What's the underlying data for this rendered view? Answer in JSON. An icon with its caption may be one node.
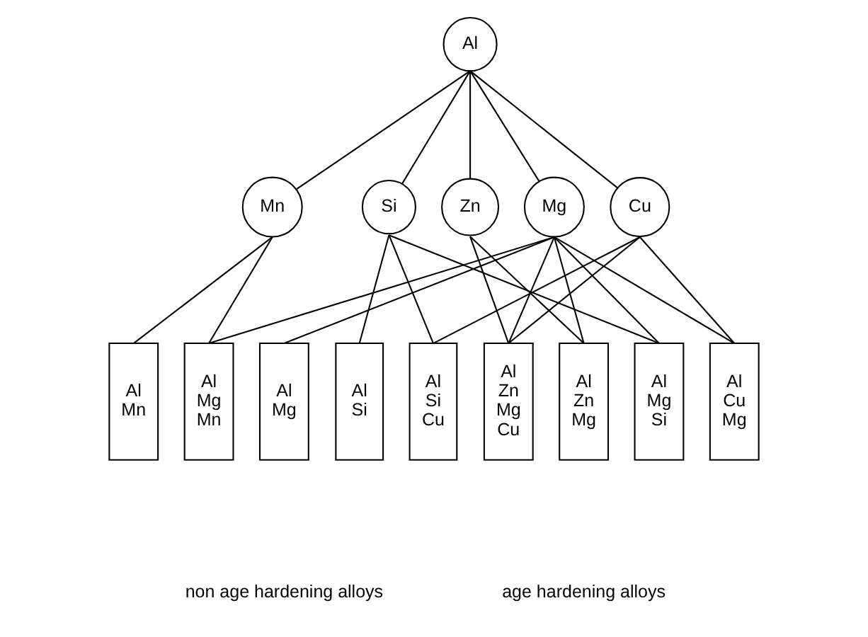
{
  "diagram": {
    "nodes": [
      {
        "text": [
          "Al"
        ]
      },
      {
        "text": [
          "Mn"
        ]
      },
      {
        "text": [
          "Si"
        ]
      },
      {
        "text": [
          "Zn"
        ]
      },
      {
        "text": [
          "Mg"
        ]
      },
      {
        "text": [
          "Cu"
        ]
      },
      {
        "text": [
          "Al Mn"
        ]
      },
      {
        "text": [
          "Al Mg Mn"
        ]
      },
      {
        "text": [
          "Al Mg"
        ]
      },
      {
        "text": [
          "Al Si"
        ]
      },
      {
        "text": [
          "Al Si Cu"
        ]
      },
      {
        "text": [
          "Al Zn Mg Cu"
        ]
      },
      {
        "text": [
          "Al Zn Mg"
        ]
      },
      {
        "text": [
          "Al Mg Si"
        ]
      },
      {
        "text": [
          "Al Cu Mg"
        ]
      }
    ],
    "edges": [
      {
        "from": 0,
        "to": 1,
        "arrow": "none"
      },
      {
        "from": 0,
        "to": 2,
        "arrow": "none"
      },
      {
        "from": 0,
        "to": 3,
        "arrow": "none"
      },
      {
        "from": 0,
        "to": 4,
        "arrow": "none"
      },
      {
        "from": 0,
        "to": 5,
        "arrow": "none"
      },
      {
        "from": 1,
        "to": 6,
        "arrow": "none"
      },
      {
        "from": 1,
        "to": 7,
        "arrow": "none"
      },
      {
        "from": 2,
        "to": 9,
        "arrow": "none"
      },
      {
        "from": 2,
        "to": 10,
        "arrow": "none"
      },
      {
        "from": 2,
        "to": 13,
        "arrow": "none"
      },
      {
        "from": 3,
        "to": 11,
        "arrow": "none"
      },
      {
        "from": 3,
        "to": 12,
        "arrow": "none"
      },
      {
        "from": 4,
        "to": 7,
        "arrow": "none"
      },
      {
        "from": 4,
        "to": 8,
        "arrow": "none"
      },
      {
        "from": 4,
        "to": 11,
        "arrow": "none"
      },
      {
        "from": 4,
        "to": 12,
        "arrow": "none"
      },
      {
        "from": 4,
        "to": 13,
        "arrow": "none"
      },
      {
        "from": 4,
        "to": 14,
        "arrow": "none"
      },
      {
        "from": 5,
        "to": 10,
        "arrow": "none"
      },
      {
        "from": 5,
        "to": 11,
        "arrow": "none"
      },
      {
        "from": 5,
        "to": 14,
        "arrow": "none"
      }
    ],
    "labels": [
      "non age hardening alloys",
      "age hardening alloys"
    ]
  }
}
